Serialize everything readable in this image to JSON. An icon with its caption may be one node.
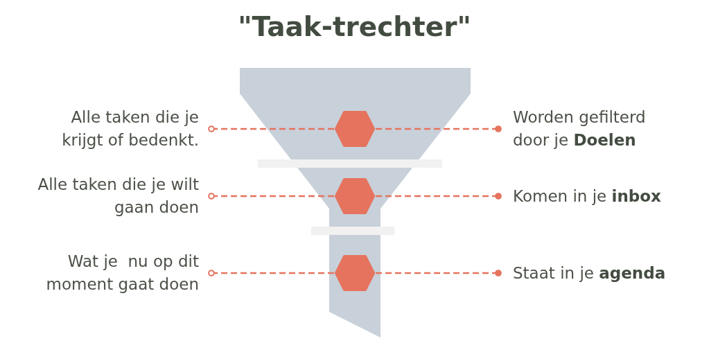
{
  "diagram": {
    "title": "\"Taak-trechter\"",
    "nodes": [
      {
        "text": [
          "Alle taken die je krijgt of bedenkt."
        ]
      },
      {
        "text": [],
        "shape": "hexagon"
      },
      {
        "text": [
          "Worden gefilterd door je **Doelen**"
        ]
      },
      {
        "text": [
          "Alle taken die je wilt gaan doen"
        ]
      },
      {
        "text": [],
        "shape": "hexagon"
      },
      {
        "text": [
          "Komen in je **inbox**"
        ]
      },
      {
        "text": [
          "Wat je  nu op dit moment gaat doen"
        ]
      },
      {
        "text": [],
        "shape": "hexagon"
      },
      {
        "text": [
          "Staat in je **agenda**"
        ]
      }
    ],
    "edges": [
      {
        "from": 0,
        "to": 1,
        "arrow": "other",
        "style": "dashed"
      },
      {
        "from": 2,
        "to": 1,
        "arrow": "other",
        "style": "dashed"
      },
      {
        "from": 3,
        "to": 4,
        "arrow": "other",
        "style": "dashed"
      },
      {
        "from": 5,
        "to": 4,
        "arrow": "other",
        "style": "dashed"
      },
      {
        "from": 6,
        "to": 7,
        "arrow": "other",
        "style": "dashed"
      },
      {
        "from": 8,
        "to": 7,
        "arrow": "other",
        "style": "dashed"
      }
    ]
  }
}
